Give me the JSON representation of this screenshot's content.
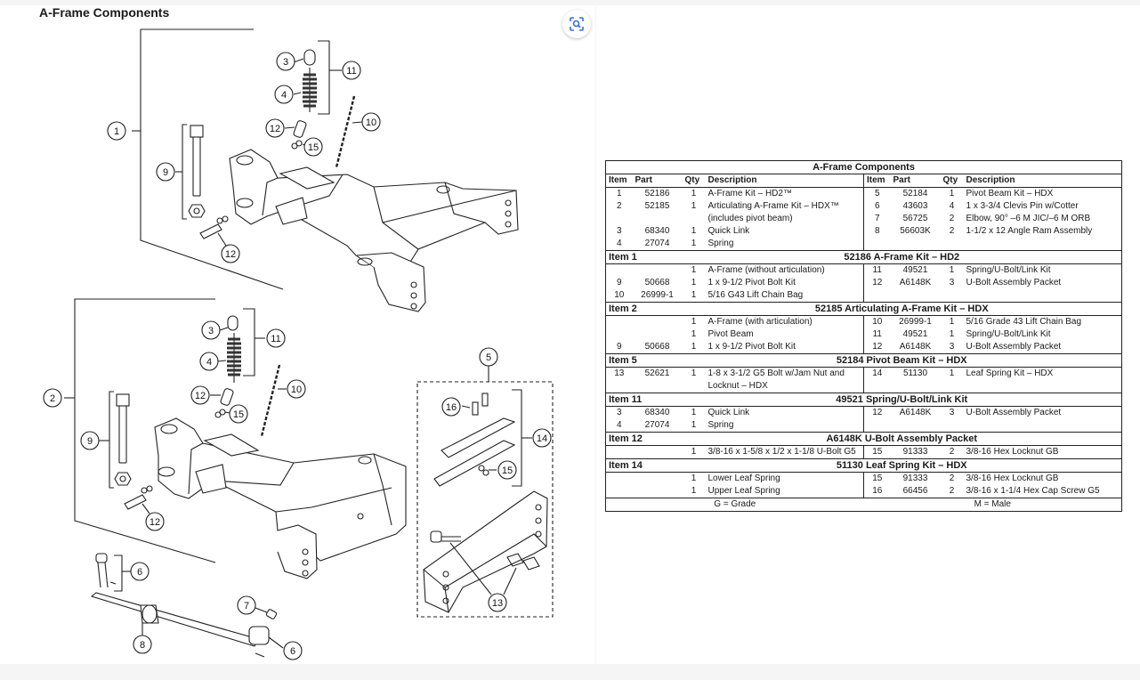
{
  "page": {
    "title": "A-Frame Components",
    "lens_icon": "visual-search-icon"
  },
  "callouts": {
    "top": [
      "1",
      "3",
      "4",
      "11",
      "10",
      "12",
      "15",
      "9",
      "12"
    ],
    "mid": [
      "2",
      "3",
      "4",
      "11",
      "10",
      "12",
      "15",
      "9",
      "12"
    ],
    "right": [
      "5",
      "16",
      "14",
      "15",
      "13"
    ],
    "bottom": [
      "6",
      "7",
      "8",
      "6"
    ]
  },
  "table": {
    "title": "A-Frame Components",
    "headers": [
      "Item",
      "Part",
      "Qty",
      "Description",
      "Item",
      "Part",
      "Qty",
      "Description"
    ],
    "main_left": [
      [
        "1",
        "52186",
        "1",
        "A-Frame Kit – HD2™"
      ],
      [
        "2",
        "52185",
        "1",
        "Articulating A-Frame Kit – HDX™"
      ],
      [
        "",
        "",
        "",
        "(includes pivot beam)"
      ],
      [
        "3",
        "68340",
        "1",
        "Quick Link"
      ],
      [
        "4",
        "27074",
        "1",
        "Spring"
      ]
    ],
    "main_right": [
      [
        "5",
        "52184",
        "1",
        "Pivot Beam Kit – HDX"
      ],
      [
        "6",
        "43603",
        "4",
        "1 x 3-3/4 Clevis Pin w/Cotter"
      ],
      [
        "7",
        "56725",
        "2",
        "Elbow, 90° –6 M JIC/–6 M ORB"
      ],
      [
        "8",
        "56603K",
        "2",
        "1-1/2 x 12 Angle Ram Assembly"
      ],
      [
        "",
        "",
        "",
        ""
      ]
    ],
    "sections": [
      {
        "item": "Item 1",
        "title": "52186  A-Frame Kit – HD2",
        "rows": [
          [
            "",
            "",
            "1",
            "A-Frame (without articulation)",
            "11",
            "49521",
            "1",
            "Spring/U-Bolt/Link Kit"
          ],
          [
            "9",
            "50668",
            "1",
            "1 x 9-1/2 Pivot Bolt Kit",
            "12",
            "A6148K",
            "3",
            "U-Bolt Assembly Packet"
          ],
          [
            "10",
            "26999-1",
            "1",
            "5/16 G43 Lift Chain Bag",
            "",
            "",
            "",
            ""
          ]
        ]
      },
      {
        "item": "Item 2",
        "title": "52185  Articulating A-Frame Kit – HDX",
        "rows": [
          [
            "",
            "",
            "1",
            "A-Frame (with articulation)",
            "10",
            "26999-1",
            "1",
            "5/16 Grade 43 Lift Chain Bag"
          ],
          [
            "",
            "",
            "1",
            "Pivot Beam",
            "11",
            "49521",
            "1",
            "Spring/U-Bolt/Link Kit"
          ],
          [
            "9",
            "50668",
            "1",
            "1 x 9-1/2 Pivot Bolt Kit",
            "12",
            "A6148K",
            "3",
            "U-Bolt Assembly Packet"
          ]
        ]
      },
      {
        "item": "Item 5",
        "title": "52184  Pivot Beam Kit – HDX",
        "rows": [
          [
            "13",
            "52621",
            "1",
            "1-8 x 3-1/2 G5 Bolt w/Jam Nut and",
            "14",
            "51130",
            "1",
            "Leaf Spring Kit – HDX"
          ],
          [
            "",
            "",
            "",
            "Locknut – HDX",
            "",
            "",
            "",
            ""
          ]
        ]
      },
      {
        "item": "Item 11",
        "title": "49521  Spring/U-Bolt/Link Kit",
        "rows": [
          [
            "3",
            "68340",
            "1",
            "Quick Link",
            "12",
            "A6148K",
            "3",
            "U-Bolt Assembly Packet"
          ],
          [
            "4",
            "27074",
            "1",
            "Spring",
            "",
            "",
            "",
            ""
          ]
        ]
      },
      {
        "item": "Item 12",
        "title": "A6148K  U-Bolt Assembly Packet",
        "rows": [
          [
            "",
            "",
            "1",
            "3/8-16 x 1-5/8 x 1/2 x 1-1/8 U-Bolt G5",
            "15",
            "91333",
            "2",
            "3/8-16 Hex Locknut GB"
          ]
        ]
      },
      {
        "item": "Item 14",
        "title": "51130  Leaf Spring Kit – HDX",
        "rows": [
          [
            "",
            "",
            "1",
            "Lower Leaf Spring",
            "15",
            "91333",
            "2",
            "3/8-16 Hex Locknut GB"
          ],
          [
            "",
            "",
            "1",
            "Upper Leaf Spring",
            "16",
            "66456",
            "2",
            "3/8-16 x 1-1/4 Hex Cap Screw G5"
          ]
        ]
      }
    ],
    "footer_left": "G = Grade",
    "footer_right": "M = Male"
  }
}
